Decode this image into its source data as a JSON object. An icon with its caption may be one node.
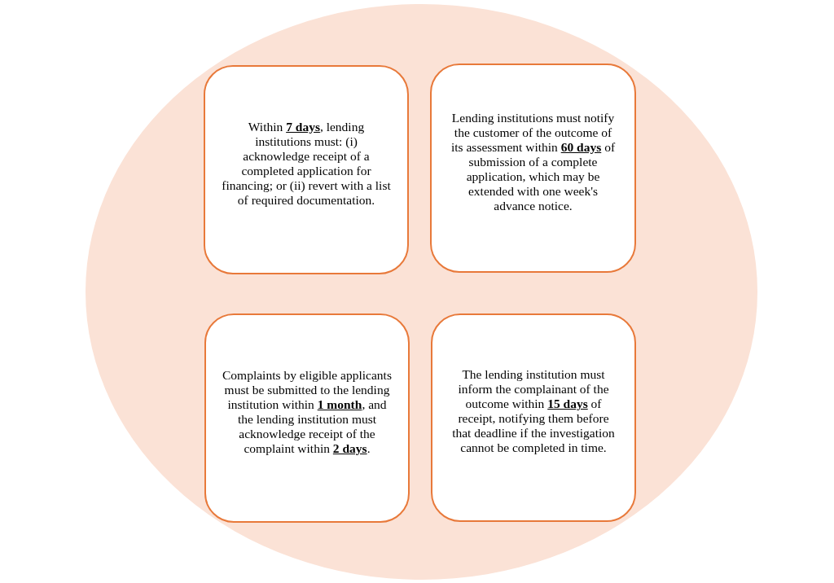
{
  "diagram": {
    "nodes": [
      {
        "text": [],
        "shape": "ellipse"
      },
      {
        "text": [
          "Within **7 days**, lending institutions must: (i) acknowledge receipt of a completed application for financing; or (ii) revert with a list of required documentation."
        ],
        "in": 0
      },
      {
        "text": [
          "Lending institutions must notify the customer of the outcome of its assessment within **60 days** of submission of a complete application, which may be extended with one week's advance notice."
        ],
        "in": 0
      },
      {
        "text": [
          "Complaints by eligible applicants must be submitted to the lending institution within **1 month**, and the lending institution must acknowledge receipt of the complaint within **2 days**."
        ],
        "in": 0
      },
      {
        "text": [
          "The lending institution must inform the complainant of the outcome within **15 days** of receipt, notifying them before that deadline if the investigation cannot be completed in time."
        ],
        "in": 0
      }
    ]
  }
}
